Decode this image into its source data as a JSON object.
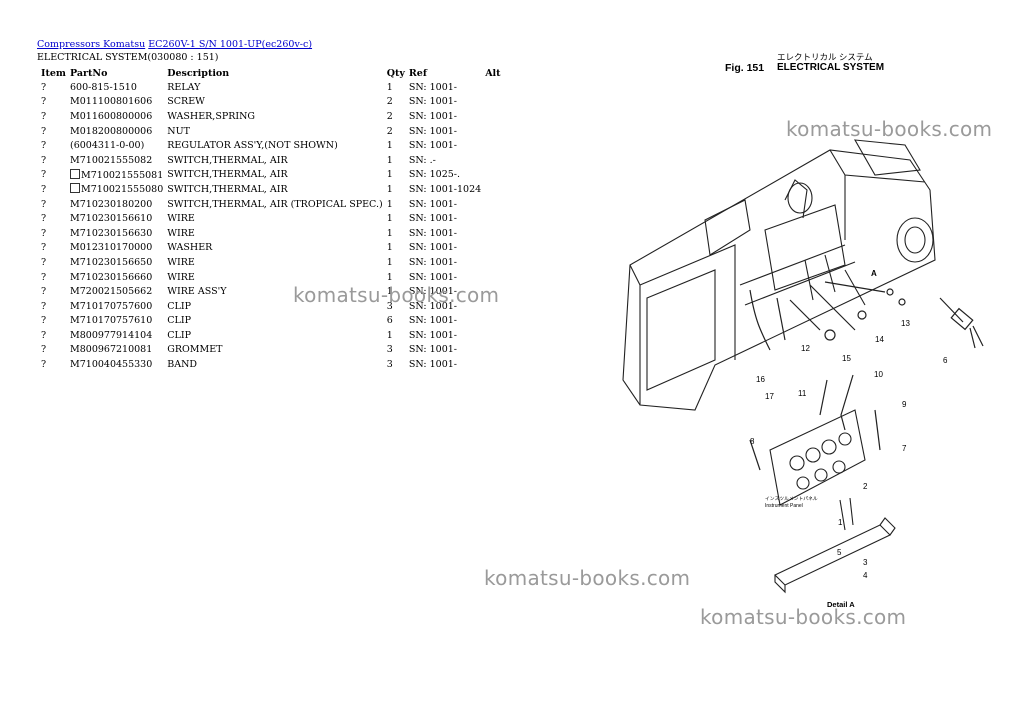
{
  "breadcrumb": {
    "link1": "Compressors Komatsu",
    "link2": "EC260V-1 S/N 1001-UP(ec260v-c)"
  },
  "section_title": "ELECTRICAL SYSTEM(030080 : 151)",
  "table": {
    "headers": {
      "item": "Item",
      "partno": "PartNo",
      "description": "Description",
      "qty": "Qty",
      "ref": "Ref",
      "alt": "Alt"
    },
    "rows": [
      {
        "item": "?",
        "partno": "600-815-1510",
        "description": "RELAY",
        "qty": "1",
        "ref": "SN: 1001-"
      },
      {
        "item": "?",
        "partno": "M011100801606",
        "description": "SCREW",
        "qty": "2",
        "ref": "SN: 1001-"
      },
      {
        "item": "?",
        "partno": "M011600800006",
        "description": "WASHER,SPRING",
        "qty": "2",
        "ref": "SN: 1001-"
      },
      {
        "item": "?",
        "partno": "M018200800006",
        "description": "NUT",
        "qty": "2",
        "ref": "SN: 1001-"
      },
      {
        "item": "?",
        "partno": "(6004311-0-00)",
        "description": "REGULATOR ASS'Y,(NOT SHOWN)",
        "qty": "1",
        "ref": "SN: 1001-"
      },
      {
        "item": "?",
        "partno": "M710021555082",
        "description": "SWITCH,THERMAL, AIR",
        "qty": "1",
        "ref": "SN: .-"
      },
      {
        "item": "?",
        "partno": "M710021555081",
        "description": "SWITCH,THERMAL, AIR",
        "qty": "1",
        "ref": "SN: 1025-."
      },
      {
        "item": "?",
        "partno": "M710021555080",
        "description": "SWITCH,THERMAL, AIR",
        "qty": "1",
        "ref": "SN: 1001-1024"
      },
      {
        "item": "?",
        "partno": "M710230180200",
        "description": "SWITCH,THERMAL, AIR (TROPICAL SPEC.)",
        "qty": "1",
        "ref": "SN: 1001-"
      },
      {
        "item": "?",
        "partno": "M710230156610",
        "description": "WIRE",
        "qty": "1",
        "ref": "SN: 1001-"
      },
      {
        "item": "?",
        "partno": "M710230156630",
        "description": "WIRE",
        "qty": "1",
        "ref": "SN: 1001-"
      },
      {
        "item": "?",
        "partno": "M012310170000",
        "description": "WASHER",
        "qty": "1",
        "ref": "SN: 1001-"
      },
      {
        "item": "?",
        "partno": "M710230156650",
        "description": "WIRE",
        "qty": "1",
        "ref": "SN: 1001-"
      },
      {
        "item": "?",
        "partno": "M710230156660",
        "description": "WIRE",
        "qty": "1",
        "ref": "SN: 1001-"
      },
      {
        "item": "?",
        "partno": "M720021505662",
        "description": "WIRE ASS'Y",
        "qty": "1",
        "ref": "SN: 1001-"
      },
      {
        "item": "?",
        "partno": "M710170757600",
        "description": "CLIP",
        "qty": "3",
        "ref": "SN: 1001-"
      },
      {
        "item": "?",
        "partno": "M710170757610",
        "description": "CLIP",
        "qty": "6",
        "ref": "SN: 1001-"
      },
      {
        "item": "?",
        "partno": "M800977914104",
        "description": "CLIP",
        "qty": "1",
        "ref": "SN: 1001-"
      },
      {
        "item": "?",
        "partno": "M800967210081",
        "description": "GROMMET",
        "qty": "3",
        "ref": "SN: 1001-"
      },
      {
        "item": "?",
        "partno": "M710040455330",
        "description": "BAND",
        "qty": "3",
        "ref": "SN: 1001-"
      }
    ]
  },
  "figure": {
    "caption_jp": "エレクトリカル システム",
    "caption_fig": "Fig. 151",
    "caption_en": "ELECTRICAL SYSTEM",
    "panel_label_jp": "インスツルメントパネル",
    "panel_label_en": "Instrument Panel",
    "detail_label": "Detail A",
    "callouts": [
      "1",
      "2",
      "3",
      "4",
      "5",
      "6",
      "7",
      "8",
      "9",
      "10",
      "11",
      "12",
      "13",
      "14",
      "15",
      "16",
      "17"
    ],
    "arrow_label": "A"
  },
  "watermarks": [
    "komatsu-books.com",
    "komatsu-books.com",
    "komatsu-books.com",
    "komatsu-books.com"
  ]
}
